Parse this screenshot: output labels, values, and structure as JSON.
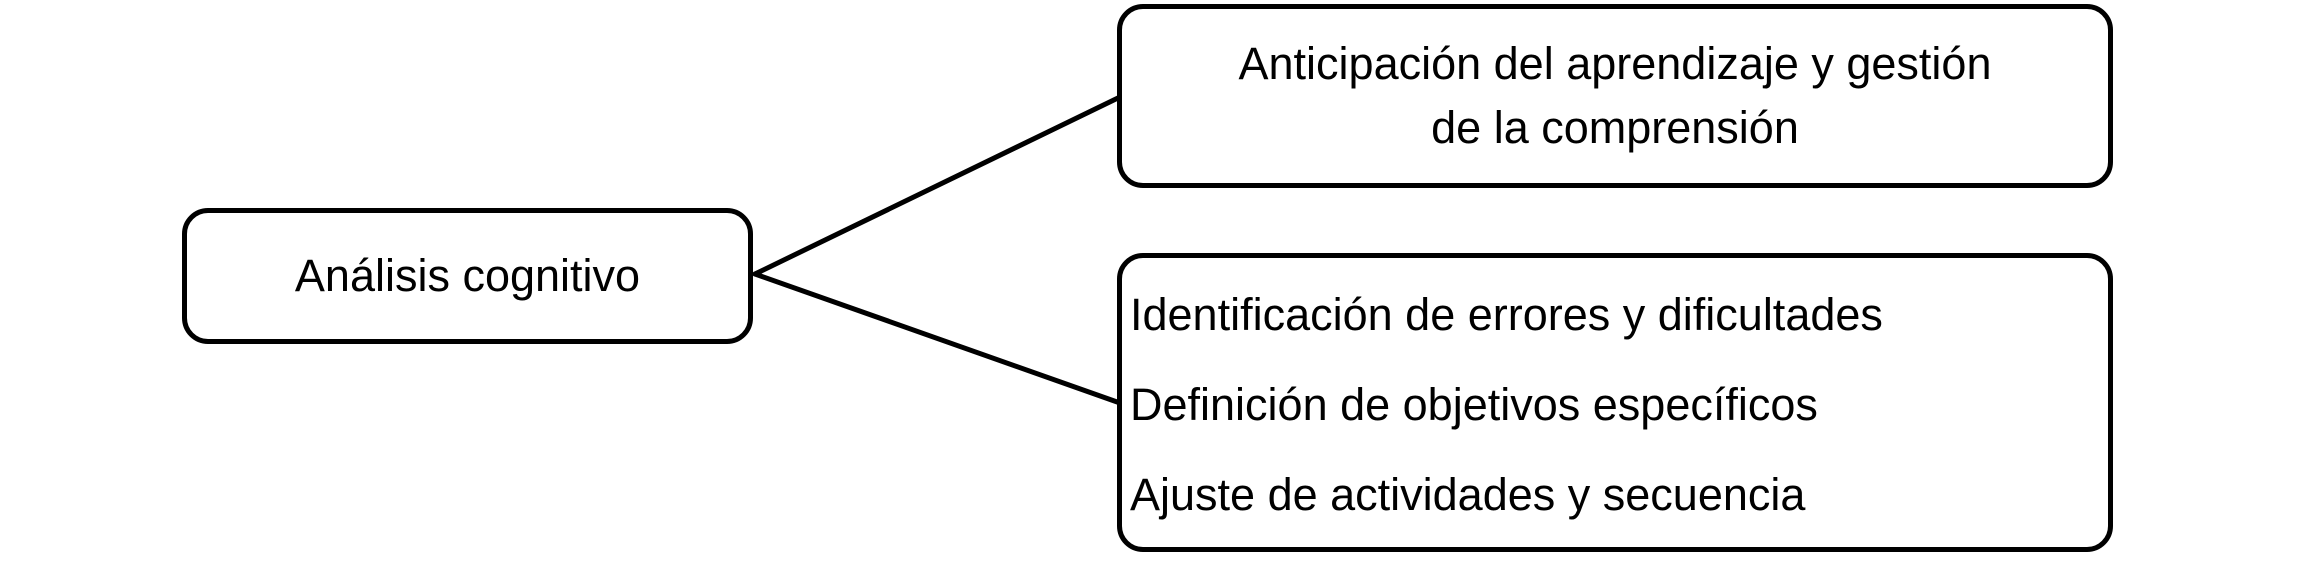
{
  "canvas": {
    "background_color": "#ffffff",
    "stroke_color": "#000000",
    "text_color": "#000000"
  },
  "diagram": {
    "type": "mindmap",
    "root": {
      "label": "Análisis cognitivo"
    },
    "branches": [
      {
        "lines": [
          "Anticipación del aprendizaje y gestión",
          "de la comprensión"
        ]
      },
      {
        "items": [
          "Identificación de errores y dificultades",
          "Definición de objetivos específicos",
          "Ajuste de actividades y secuencia"
        ]
      }
    ]
  }
}
